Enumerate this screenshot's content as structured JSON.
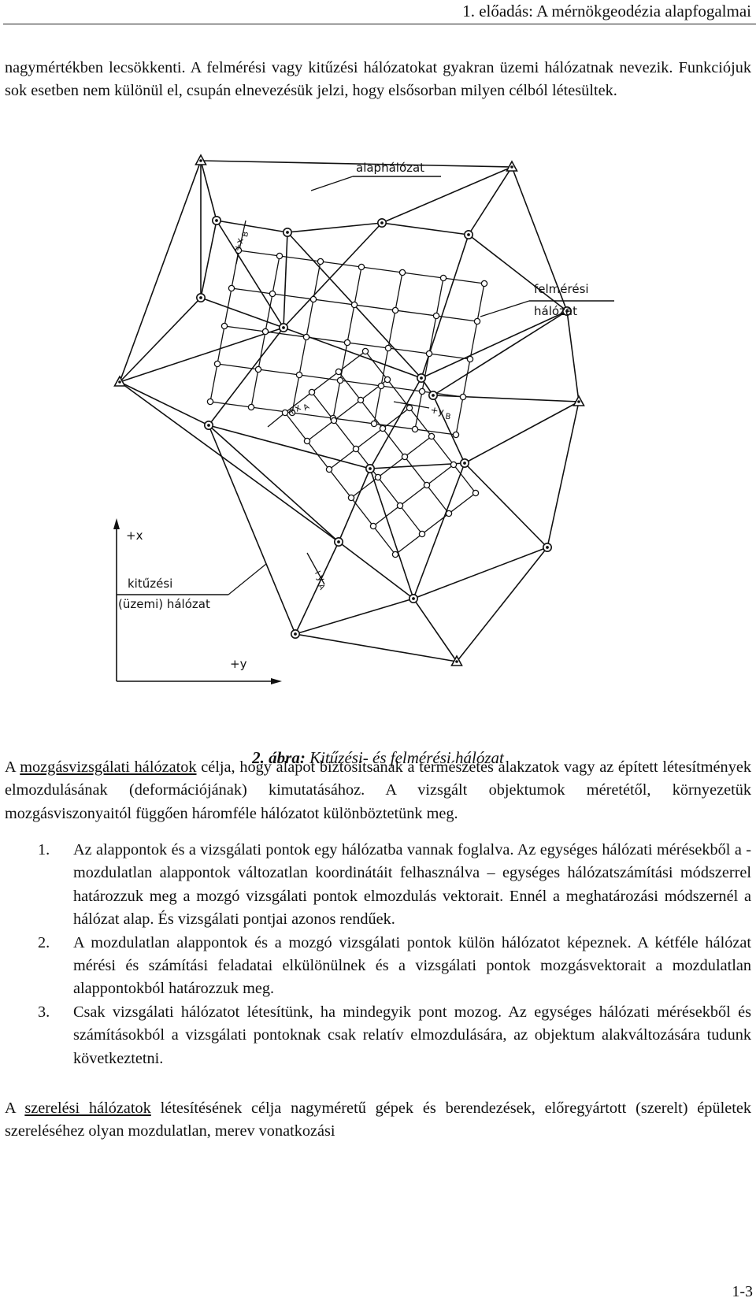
{
  "header": {
    "text": "1. előadás: A mérnökgeodézia alapfogalmai"
  },
  "para_top": {
    "text": "nagymértékben lecsökkenti. A felmérési vagy kitűzési hálózatokat gyakran üzemi hálózatnak nevezik. Funkciójuk sok esetben nem különül el, csupán elnevezésük jelzi, hogy elsősorban milyen célból létesültek."
  },
  "figure": {
    "label_base": "alaphálózat",
    "label_survey_1": "felmérési",
    "label_survey_2": "hálózat",
    "label_stake_1": "kitűzési",
    "label_stake_2": "(üzemi) hálózat",
    "axis_x": "+x",
    "axis_y": "+y",
    "axis_xb": "+x",
    "axis_xb_sub": "B",
    "axis_xa": "+x",
    "axis_xa_sub": "A",
    "axis_yb": "+y",
    "axis_yb_sub": "B",
    "axis_ya": "+y",
    "axis_ya_sub": "A"
  },
  "caption": {
    "number": "2. ábra:",
    "text": " Kitűzési- és felmérési hálózat"
  },
  "para_monitoring": {
    "pre": "A ",
    "term": "mozgásvizsgálati hálózatok",
    "post": " célja, hogy alapot biztosítsanak a természetes alakzatok vagy az épített létesítmények elmozdulásának (deformációjának) kimutatásához. A vizsgált objektumok méretétől, környezetük mozgásviszonyaitól függően háromféle hálózatot különböztetünk meg."
  },
  "list": [
    {
      "num": "1.",
      "text": "Az alappontok és a vizsgálati pontok egy hálózatba vannak foglalva. Az egységes hálózati mérésekből a - mozdulatlan alappontok változatlan koordinátáit felhasználva – egységes hálózatszámítási módszerrel határozzuk meg a mozgó vizsgálati pontok elmozdulás vektorait. Ennél a meghatározási módszernél a hálózat alap. És vizsgálati pontjai azonos rendűek."
    },
    {
      "num": "2.",
      "text": "A mozdulatlan alappontok és a mozgó vizsgálati pontok külön hálózatot képeznek. A kétféle hálózat mérési és számítási feladatai elkülönülnek és a vizsgálati pontok mozgásvektorait a mozdulatlan alappontokból határozzuk meg."
    },
    {
      "num": "3.",
      "text": "Csak vizsgálati hálózatot létesítünk, ha mindegyik pont mozog. Az egységes hálózati mérésekből és számításokból a vizsgálati pontoknak csak relatív elmozdulására, az objektum alakváltozására tudunk következtetni."
    }
  ],
  "para_assembly": {
    "pre": "A ",
    "term": "szerelési hálózatok",
    "post": " létesítésének célja nagyméretű gépek és berendezések, előregyártott (szerelt) épületek szereléséhez olyan mozdulatlan, merev vonatkozási"
  },
  "page_number": "1-3"
}
